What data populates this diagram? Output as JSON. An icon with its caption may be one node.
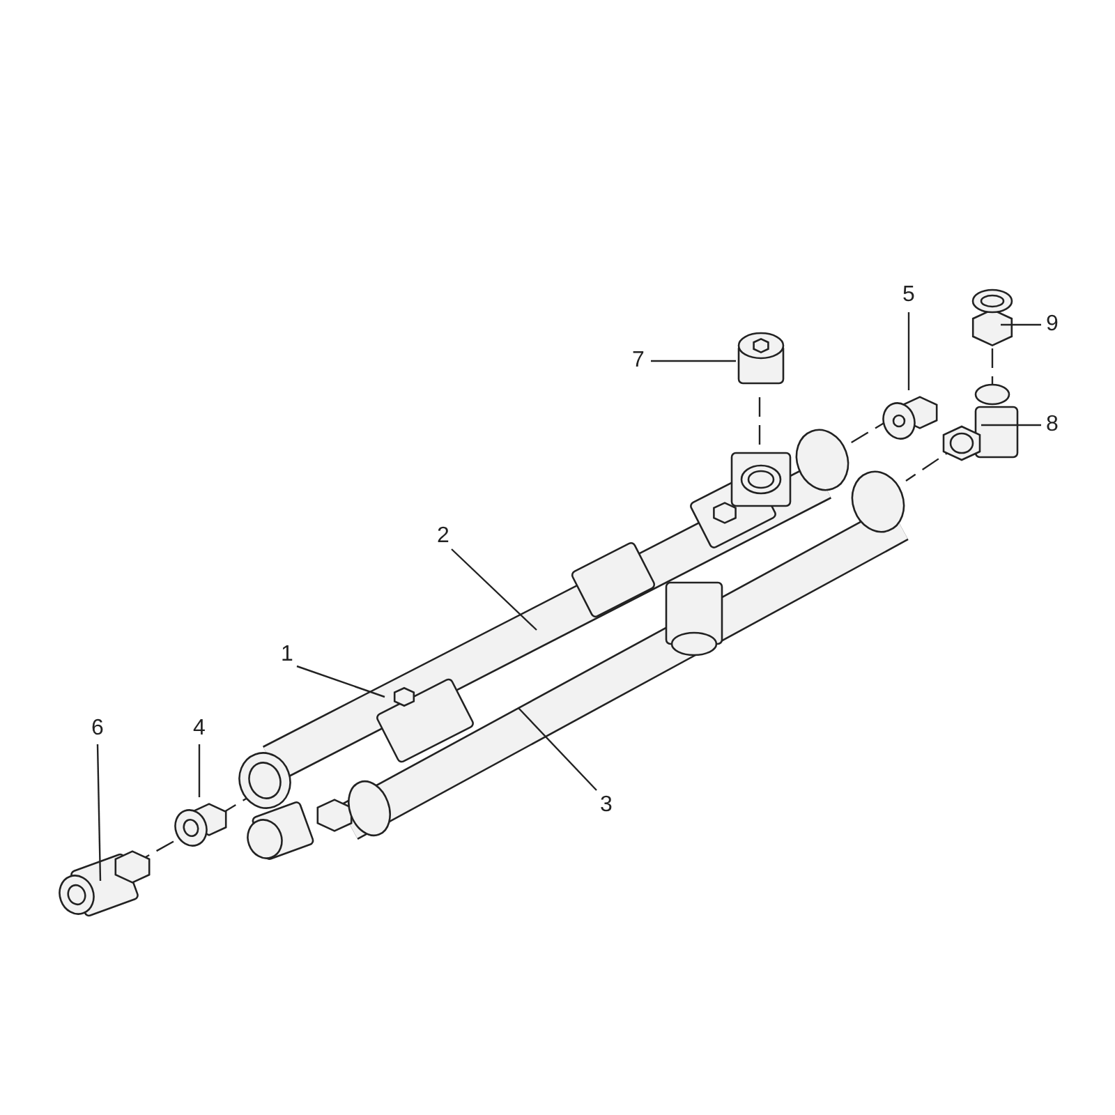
{
  "diagram": {
    "nodes": [
      {
        "text": [
          "5"
        ]
      },
      {
        "text": [
          "9"
        ]
      },
      {
        "text": [
          "7"
        ]
      },
      {
        "text": [
          "8"
        ]
      },
      {
        "text": [
          "2"
        ]
      },
      {
        "text": [
          "1"
        ]
      },
      {
        "text": [
          "6"
        ]
      },
      {
        "text": [
          "4"
        ]
      },
      {
        "text": [
          "3"
        ]
      }
    ],
    "edges": [
      {
        "from": 0,
        "to": null,
        "arrow": "none"
      },
      {
        "from": 1,
        "to": null,
        "arrow": "none"
      },
      {
        "from": 2,
        "to": null,
        "arrow": "none"
      },
      {
        "from": 3,
        "to": null,
        "arrow": "none"
      },
      {
        "from": 4,
        "to": null,
        "arrow": "none"
      },
      {
        "from": 5,
        "to": null,
        "arrow": "none"
      },
      {
        "from": 6,
        "to": null,
        "arrow": "none"
      },
      {
        "from": 7,
        "to": null,
        "arrow": "none"
      },
      {
        "from": 8,
        "to": null,
        "arrow": "none"
      }
    ]
  }
}
